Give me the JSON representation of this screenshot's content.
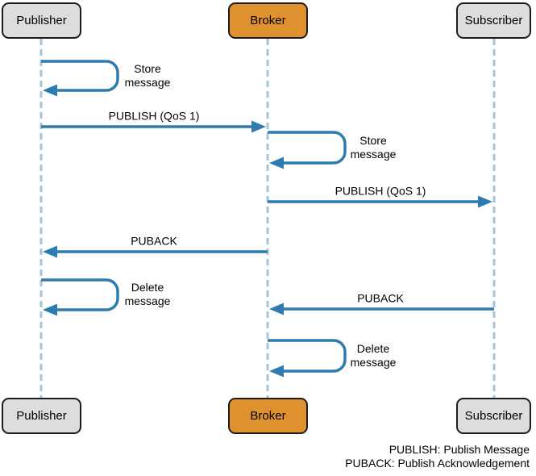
{
  "colors": {
    "arrow": "#2e7bb0",
    "lifeline": "#a4c4db",
    "actor_fill": "#dcdddd",
    "broker_fill": "#e0912f",
    "border": "#1c1c1c",
    "text": "#000000"
  },
  "actors": {
    "publisher": "Publisher",
    "broker": "Broker",
    "subscriber": "Subscriber"
  },
  "messages": {
    "store": "Store\nmessage",
    "delete": "Delete\nmessage",
    "publish_qos1": "PUBLISH (QoS 1)",
    "puback": "PUBACK"
  },
  "legend": {
    "line1": "PUBLISH: Publish Message",
    "line2": "PUBACK: Publish Acknowledgement"
  }
}
